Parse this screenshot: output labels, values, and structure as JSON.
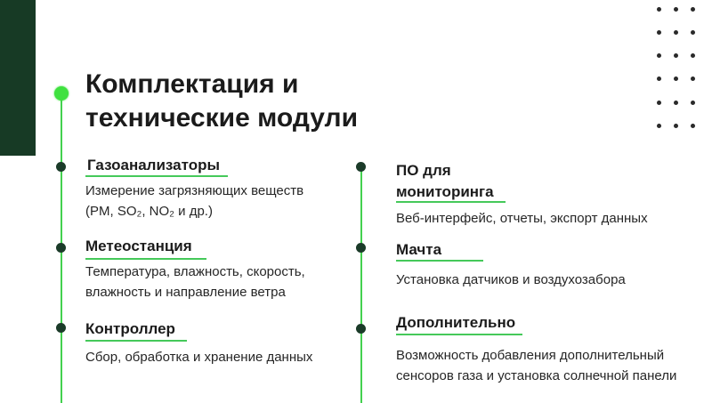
{
  "slide": {
    "title_line1": "Комплектация и",
    "title_line2": "технические модули"
  },
  "left_column": [
    {
      "title": "Газоанализаторы",
      "desc_line1": "Измерение загрязняющих веществ",
      "desc_line2": "(PM, SO₂, NO₂ и др.)"
    },
    {
      "title": "Метеостанция",
      "desc_line1": "Температура, влажность, скорость,",
      "desc_line2": "влажность и направление ветра"
    },
    {
      "title": "Контроллер",
      "desc_line1": "Сбор, обработка и хранение данных"
    }
  ],
  "right_column": [
    {
      "title_line1": "ПО для",
      "title_line2": "мониторинга",
      "desc_line1": "Веб-интерфейс, отчеты, экспорт данных"
    },
    {
      "title": "Мачта",
      "desc_line1": "Установка датчиков и воздухозабора"
    },
    {
      "title": "Дополнительно",
      "desc_line1": "Возможность добавления дополнительный",
      "desc_line2": "сенсоров газа и установка солнечной панели"
    }
  ],
  "colors": {
    "accent_green": "#3fe13f",
    "dark_green": "#173a25"
  }
}
